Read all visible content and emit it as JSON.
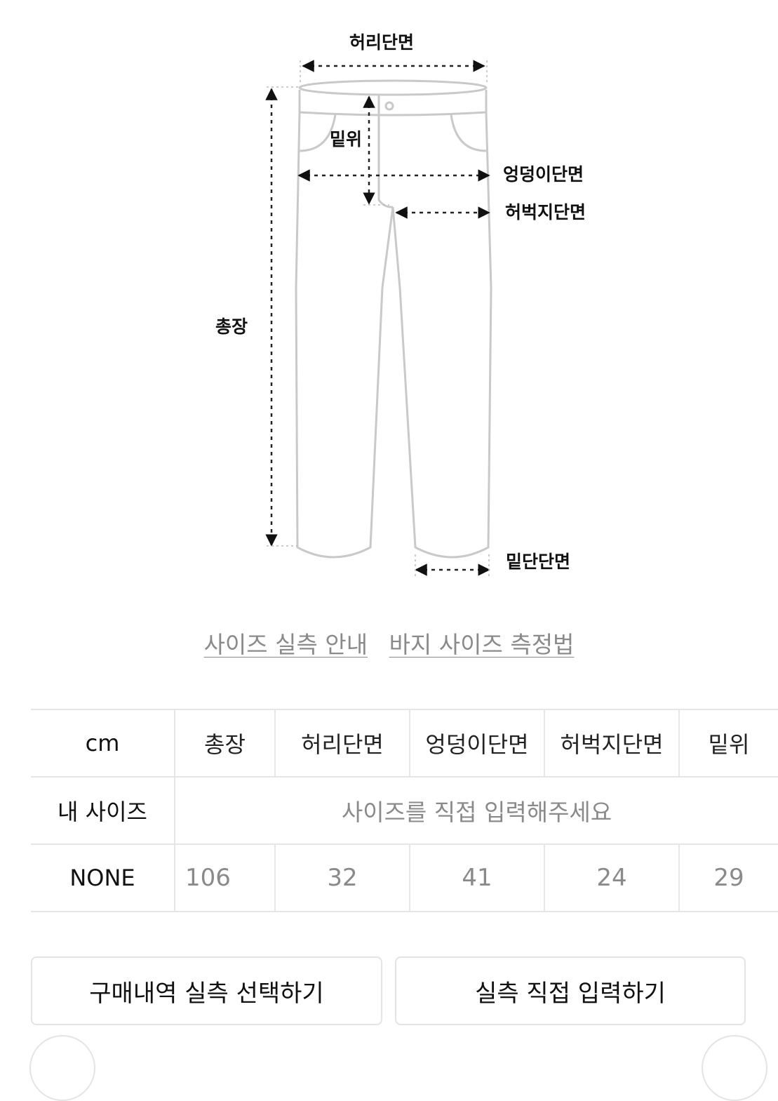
{
  "diagram": {
    "labels": {
      "waist": "허리단면",
      "rise": "밑위",
      "hip": "엉덩이단면",
      "thigh": "허벅지단면",
      "total_length": "총장",
      "hem": "밑단단면"
    }
  },
  "links": {
    "size_guide": "사이즈 실측 안내",
    "pants_measure": "바지 사이즈 측정법"
  },
  "table": {
    "unit": "cm",
    "headers": [
      "총장",
      "허리단면",
      "엉덩이단면",
      "허벅지단면",
      "밑위"
    ],
    "my_size_label": "내 사이즈",
    "my_size_placeholder": "사이즈를 직접 입력해주세요",
    "rows": [
      {
        "size": "NONE",
        "values": [
          "106",
          "32",
          "41",
          "24",
          "29"
        ]
      }
    ]
  },
  "buttons": {
    "select_purchase": "구매내역 실측 선택하기",
    "direct_input": "실측 직접 입력하기"
  }
}
